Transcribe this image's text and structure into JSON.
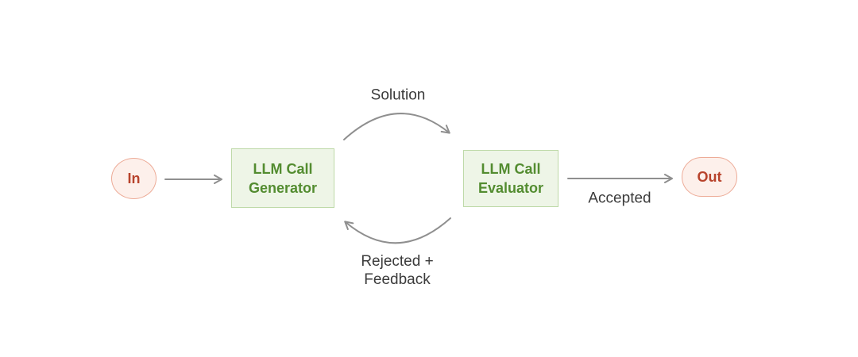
{
  "colors": {
    "background": "#ffffff",
    "node-green-bg": "#eef5e7",
    "node-green-border": "#bed9a8",
    "node-green-text": "#538c30",
    "pill-red-bg": "#fdf0eb",
    "pill-red-border": "#edab97",
    "pill-red-text": "#b8432c",
    "arrow-gray": "#8f8f8f",
    "label-gray": "#3b3b3b"
  },
  "nodes": {
    "input": {
      "label": "In"
    },
    "generator": {
      "line1": "LLM Call",
      "line2": "Generator"
    },
    "evaluator": {
      "line1": "LLM Call",
      "line2": "Evaluator"
    },
    "output": {
      "label": "Out"
    }
  },
  "edges": {
    "generator_to_evaluator": {
      "label": "Solution"
    },
    "evaluator_to_output": {
      "label": "Accepted"
    },
    "evaluator_to_generator": {
      "label_line1": "Rejected +",
      "label_line2": "Feedback"
    }
  }
}
